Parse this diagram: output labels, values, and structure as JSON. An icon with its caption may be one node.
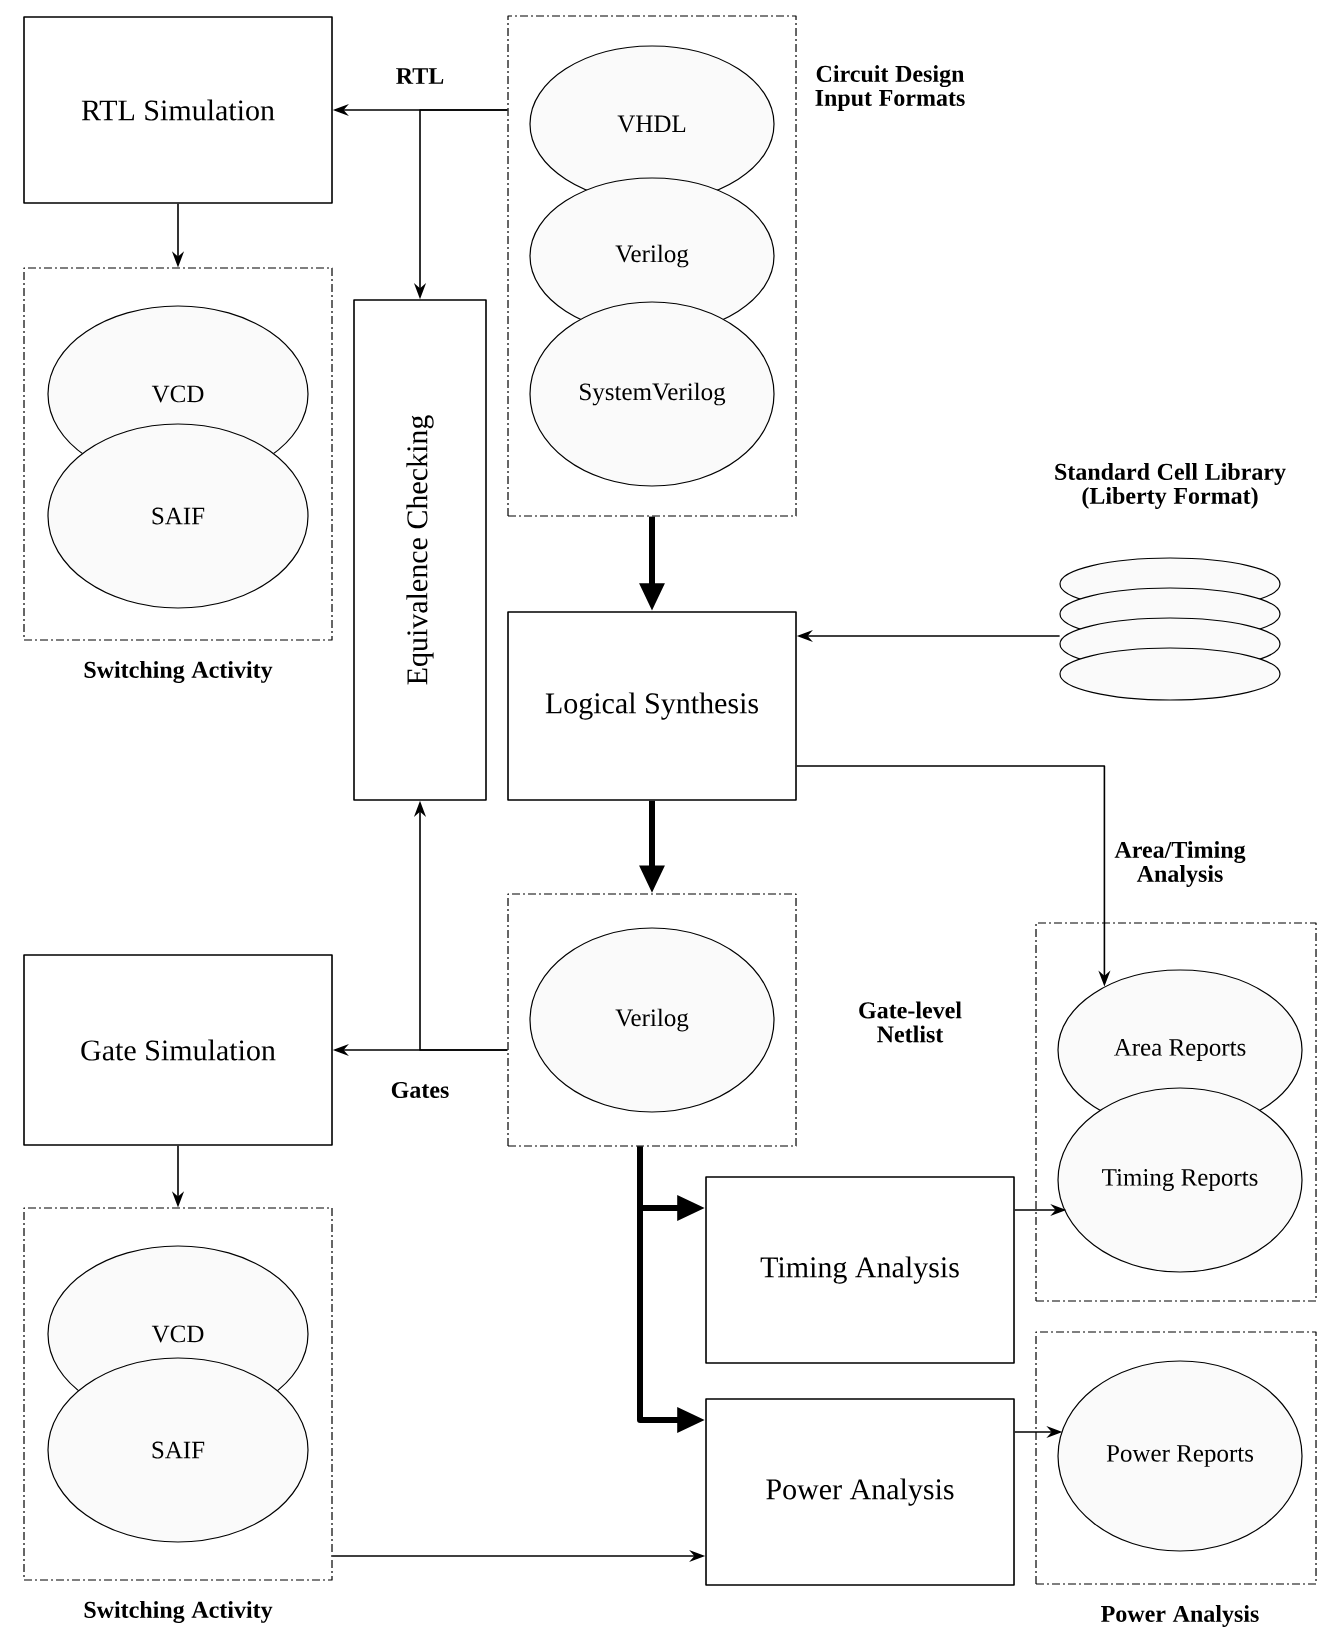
{
  "diagram": {
    "nodes": [
      {
        "text": [
          "RTL Simulation"
        ]
      },
      {
        "text": [
          "Circuit Design Input Formats"
        ]
      },
      {
        "text": [
          "VHDL"
        ],
        "in": 1
      },
      {
        "text": [
          "Verilog"
        ],
        "in": 1
      },
      {
        "text": [
          "SystemVerilog"
        ],
        "in": 1
      },
      {
        "text": [
          "Switching Activity"
        ]
      },
      {
        "text": [
          "VCD"
        ],
        "in": 5
      },
      {
        "text": [
          "SAIF"
        ],
        "in": 5
      },
      {
        "text": [
          "Equivalence Checking"
        ]
      },
      {
        "text": [
          "Standard Cell Library (Liberty Format)"
        ]
      },
      {
        "text": [
          "Logical Synthesis"
        ]
      },
      {
        "text": [
          "Gate-level Netlist"
        ]
      },
      {
        "text": [
          "Verilog"
        ],
        "in": 11
      },
      {
        "text": [
          "Gate Simulation"
        ]
      },
      {
        "text": [
          "Switching Activity"
        ]
      },
      {
        "text": [
          "VCD"
        ],
        "in": 14
      },
      {
        "text": [
          "SAIF"
        ],
        "in": 14
      },
      {
        "text": [
          "Area/Timing Analysis"
        ]
      },
      {
        "text": [
          "Area Reports"
        ],
        "in": 17
      },
      {
        "text": [
          "Timing Reports"
        ],
        "in": 17
      },
      {
        "text": [
          "Timing Analysis"
        ]
      },
      {
        "text": [
          "Power Analysis"
        ]
      },
      {
        "text": [
          "Power Analysis"
        ]
      },
      {
        "text": [
          "Power Reports"
        ],
        "in": 22
      }
    ],
    "edges": [
      {
        "from": 1,
        "to": 0,
        "arrow": "to",
        "label": "RTL"
      },
      {
        "from": 1,
        "to": 8,
        "arrow": "to"
      },
      {
        "from": 0,
        "to": 5,
        "arrow": "to"
      },
      {
        "from": 1,
        "to": 10,
        "arrow": "to",
        "style": "thick"
      },
      {
        "from": 9,
        "to": 10,
        "arrow": "to"
      },
      {
        "from": 10,
        "to": 18,
        "arrow": "to"
      },
      {
        "from": 10,
        "to": 11,
        "arrow": "to",
        "style": "thick"
      },
      {
        "from": 11,
        "to": 13,
        "arrow": "to",
        "label": "Gates"
      },
      {
        "from": 11,
        "to": 8,
        "arrow": "to"
      },
      {
        "from": 13,
        "to": 14,
        "arrow": "to"
      },
      {
        "from": 11,
        "to": 20,
        "arrow": "to",
        "style": "thick"
      },
      {
        "from": 11,
        "to": 21,
        "arrow": "to",
        "style": "thick"
      },
      {
        "from": 20,
        "to": 19,
        "arrow": "to"
      },
      {
        "from": 21,
        "to": 23,
        "arrow": "to"
      },
      {
        "from": 14,
        "to": 21,
        "arrow": "to"
      }
    ]
  }
}
